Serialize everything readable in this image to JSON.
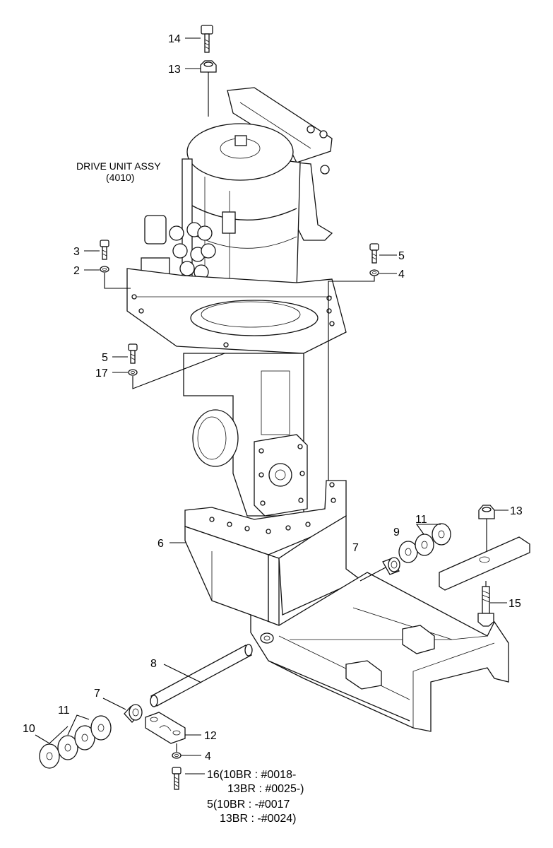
{
  "assembly": {
    "name": "DRIVE UNIT ASSY",
    "ref": "(4010)"
  },
  "callouts": {
    "c14": "14",
    "c13_top": "13",
    "c3": "3",
    "c2": "2",
    "c5_right": "5",
    "c4_right": "4",
    "c5_left": "5",
    "c17": "17",
    "c6": "6",
    "c11_right": "11",
    "c9": "9",
    "c7_right": "7",
    "c13_right": "13",
    "c15": "15",
    "c8": "8",
    "c7_left": "7",
    "c11_left": "11",
    "c10": "10",
    "c12": "12",
    "c4_bottom": "4"
  },
  "notes": {
    "line1": "16(10BR : #0018-",
    "line2": "13BR : #0025-)",
    "line3": "5(10BR : -#0017",
    "line4": "13BR : -#0024)"
  }
}
